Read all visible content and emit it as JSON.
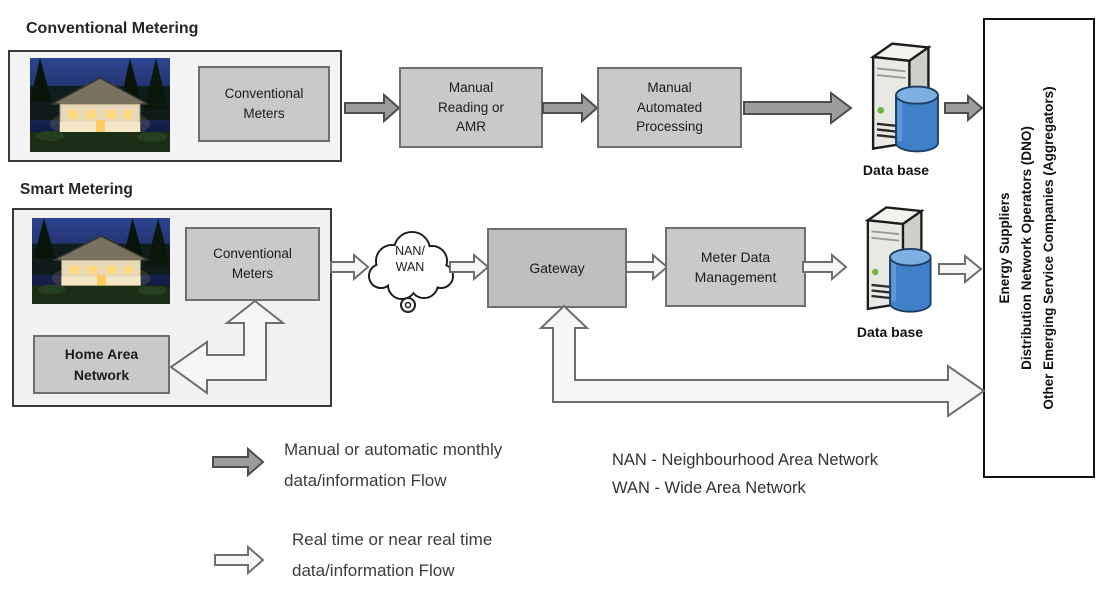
{
  "conventional": {
    "title": "Conventional Metering",
    "meters_label": "Conventional Meters",
    "reading_label": "Manual Reading or AMR",
    "processing_label": "Manual Automated Processing",
    "database_label": "Data base"
  },
  "smart": {
    "title": "Smart Metering",
    "meters_label": "Conventional Meters",
    "han_label": "Home Area Network",
    "cloud_line1": "NAN/",
    "cloud_line2": "WAN",
    "gateway_label": "Gateway",
    "mdm_label": "Meter Data Management",
    "database_label": "Data base"
  },
  "recipients": {
    "line1": "Energy Suppliers",
    "line2": "Distribution Network Operators (DNO)",
    "line3": "Other Emerging Service Companies (Aggregators)"
  },
  "legend": {
    "manual_line1": "Manual or automatic monthly",
    "manual_line2": "data/information Flow",
    "realtime_line1": "Real time or near real time",
    "realtime_line2": "data/information Flow"
  },
  "abbreviations": {
    "nan": "NAN - Neighbourhood Area Network",
    "wan": "WAN - Wide Area Network"
  },
  "colors": {
    "box_fill": "#c9c9c9",
    "box_border": "#6e6e6e",
    "container_fill": "#f3f3f3",
    "container_border": "#3a3a3a",
    "filled_arrow": "#9c9c9c",
    "outline_arrow_fill": "#f6f6f6",
    "arrow_stroke": "#5f5f5f",
    "database_blue": "#3f80c8"
  }
}
